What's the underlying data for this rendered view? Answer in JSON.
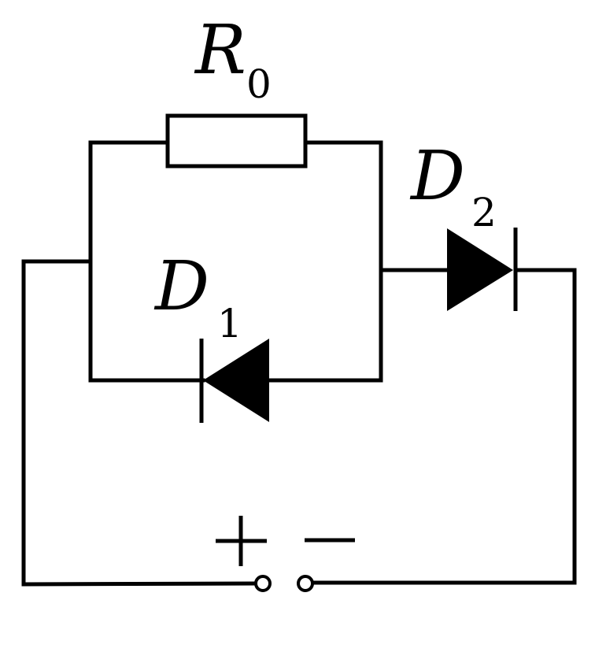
{
  "labels": {
    "resistor": {
      "letter": "R",
      "subscript": "0"
    },
    "diode_1": {
      "letter": "D",
      "subscript": "1"
    },
    "diode_2": {
      "letter": "D",
      "subscript": "2"
    }
  },
  "terminals": {
    "positive": "+",
    "negative": "−"
  }
}
